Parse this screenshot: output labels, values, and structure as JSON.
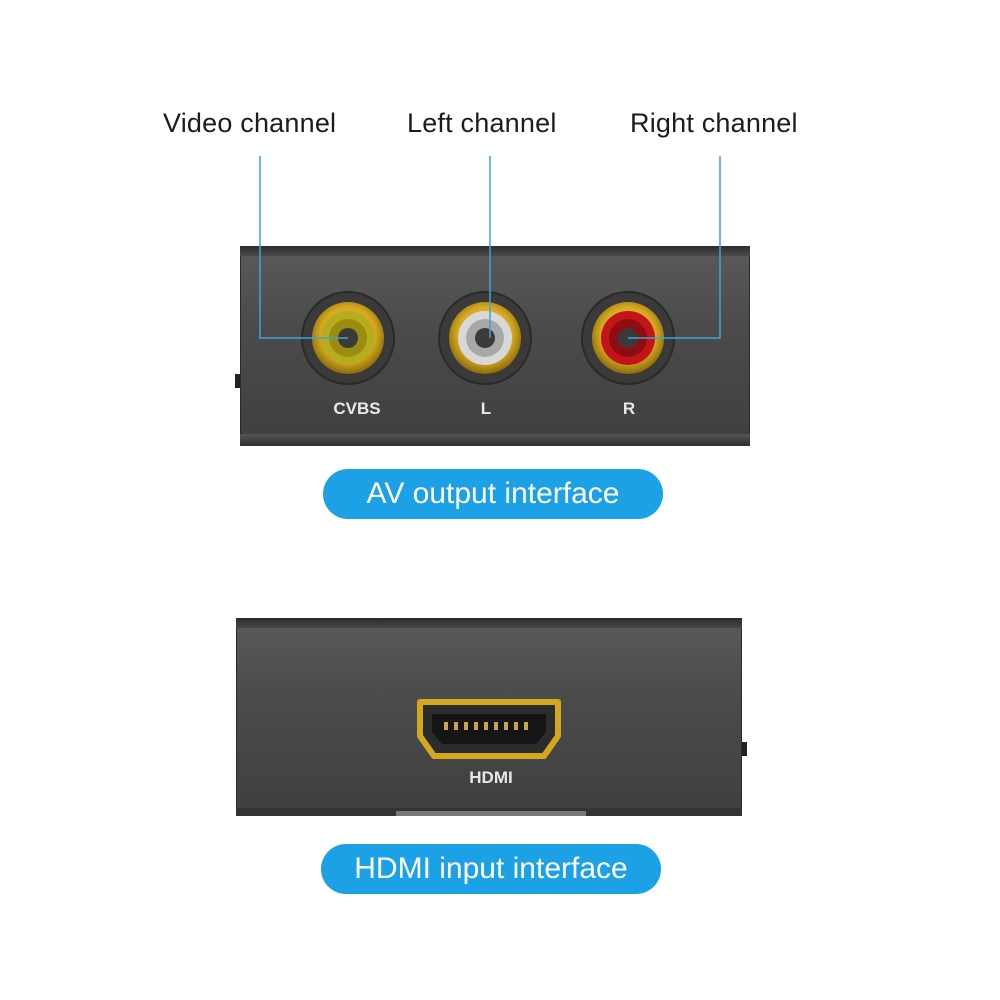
{
  "callouts": {
    "video": "Video channel",
    "left": "Left channel",
    "right": "Right channel"
  },
  "av_panel": {
    "ports": [
      {
        "label": "CVBS",
        "color": "#b8ac1e"
      },
      {
        "label": "L",
        "color": "#d8d8d8"
      },
      {
        "label": "R",
        "color": "#c4141a"
      }
    ],
    "caption": "AV output interface"
  },
  "hdmi_panel": {
    "port_label": "HDMI",
    "caption": "HDMI input interface"
  },
  "colors": {
    "accent": "#1ca0e6",
    "callout_line": "#3aa6d8",
    "gold": "#d4a81e"
  }
}
